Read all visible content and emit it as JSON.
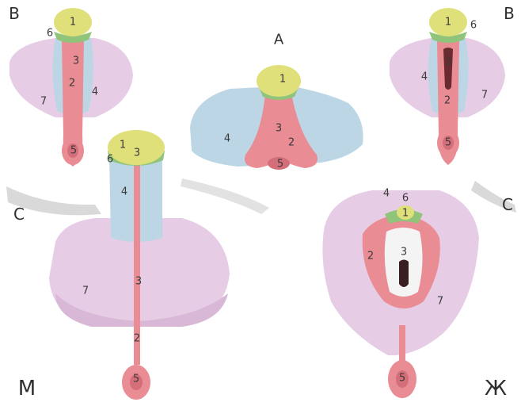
{
  "panel_letters": {
    "top_center": "А",
    "top_left": "В",
    "top_right": "В",
    "mid_left": "С",
    "mid_right": "С",
    "bottom_left": "М",
    "bottom_right": "Ж"
  },
  "numbers": {
    "n1": "1",
    "n2": "2",
    "n3": "3",
    "n4": "4",
    "n5": "5",
    "n6": "6",
    "n7": "7"
  },
  "colors": {
    "glans_yellow": "#dfe07a",
    "tube_pink": "#e98c94",
    "fold_blue": "#bcd6e6",
    "swelling_lilac": "#e7cde6",
    "green_edge": "#8fc47a",
    "white_opening": "#f4f4f4"
  }
}
